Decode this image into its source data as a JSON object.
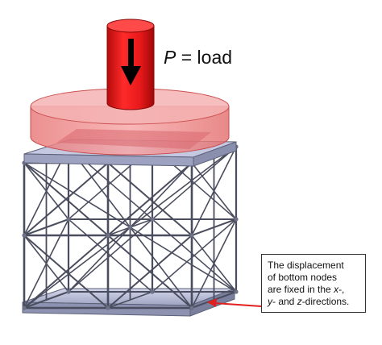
{
  "figure": {
    "load_label": {
      "symbol": "P",
      "rest": " = load"
    },
    "note": {
      "line1": "The displacement",
      "line2": "of bottom nodes",
      "line3_pre": "are fixed in the ",
      "line3_x": "x",
      "line3_post": "-,",
      "line4_y": "y",
      "line4_mid": "- and ",
      "line4_z": "z",
      "line4_post": "-directions."
    }
  },
  "colors": {
    "piston": "#e8191a",
    "plate": "#f08a8a",
    "arrow": "#000000",
    "lattice": "#4a4d5e",
    "base_plate": "#bfc4dc",
    "pointer_arrow": "#e0201f"
  }
}
